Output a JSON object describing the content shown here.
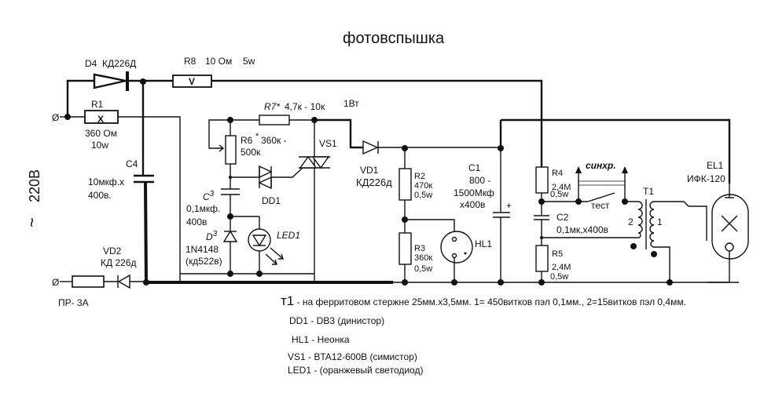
{
  "title": "фотовспышка",
  "supply": {
    "label": "220В",
    "symbol": "~"
  },
  "components": {
    "D4": {
      "ref": "D4",
      "value": "КД226Д"
    },
    "R8": {
      "ref": "R8",
      "value": "10 Ом",
      "power": "5w",
      "mark": "V"
    },
    "R1": {
      "ref": "R1",
      "value": "360 Ом",
      "power": "10w",
      "mark": "X"
    },
    "C4": {
      "ref": "C4",
      "value": "10мкф.х",
      "voltage": "400в."
    },
    "R7": {
      "ref": "R7*",
      "value": "4,7к - 10к",
      "power": "1Вт"
    },
    "R6": {
      "ref": "R6",
      "star": "*",
      "value1": "360к -",
      "value2": "500к"
    },
    "VS1": {
      "ref": "VS1"
    },
    "DD1": {
      "ref": "DD1"
    },
    "C3": {
      "ref": "C",
      "sub": "3",
      "value": "0,1мкф.",
      "voltage": "400в"
    },
    "D3": {
      "ref": "D",
      "sub": "3",
      "value": "1N4148",
      "alt": "(кд522в)"
    },
    "LED1": {
      "ref": "LED",
      "sub": "1"
    },
    "VD1": {
      "ref": "VD1",
      "value": "КД226д"
    },
    "R2": {
      "ref": "R2",
      "value": "470к",
      "power": "0,5w"
    },
    "R3": {
      "ref": "R3",
      "value": "360к",
      "power": "0,5w"
    },
    "HL1": {
      "ref": "HL1"
    },
    "C1": {
      "ref": "C1",
      "value1": "800 -",
      "value2": "1500Мкф",
      "voltage": "х400в",
      "polarity": "+"
    },
    "R4": {
      "ref": "R4",
      "value": "2,4М",
      "power": "0,5w"
    },
    "C2": {
      "ref": "C2",
      "value": "0,1мк,х400в"
    },
    "R5": {
      "ref": "R5",
      "value": "2,4М",
      "power": "0,5w"
    },
    "T1": {
      "ref": "T1",
      "winding1": "1",
      "winding2": "2"
    },
    "EL1": {
      "ref": "EL1",
      "value": "ИФК-120"
    },
    "VD2": {
      "ref": "VD2",
      "value": "КД 226д"
    },
    "FU": {
      "value": "ПР- 3А"
    },
    "sync": {
      "label": "синхр."
    },
    "test": {
      "label": "тест"
    }
  },
  "terminals": {
    "symbol": "Ø"
  },
  "notes": {
    "t1_ref": "т1",
    "t1": " - на ферритовом стержне 25мм.х3,5мм.  1= 450витков пэл 0,1мм., 2=15витков пэл 0,4мм.",
    "dd1": "DD1 - DB3 (динистор)",
    "hl1": "HL1 - Неонка",
    "vs1": "VS1 - BTA12-600B (симистор)",
    "led1": "LED1 - (оранжевый светодиод)"
  }
}
